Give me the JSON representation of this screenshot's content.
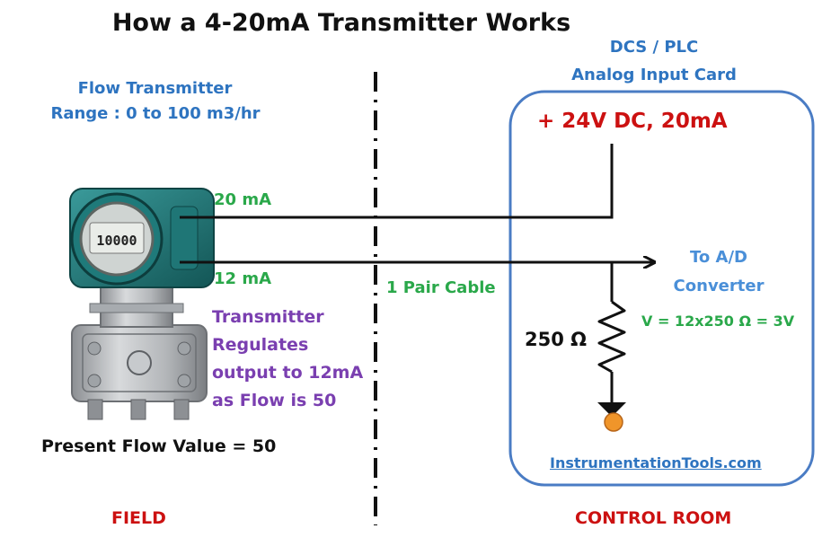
{
  "title": "How a 4-20mA Transmitter Works",
  "field": {
    "transmitter_name": "Flow Transmitter",
    "transmitter_range": "Range : 0 to 100 m3/hr",
    "display_reading": "10000",
    "signal_high_label": "20 mA",
    "signal_low_label": "12 mA",
    "cable_label": "1 Pair Cable",
    "regulation_note": [
      "Transmitter",
      "Regulates",
      "output to 12mA",
      "as Flow is 50"
    ],
    "present_value": "Present Flow Value = 50",
    "section_label": "FIELD"
  },
  "control_room": {
    "card_title": [
      "DCS / PLC",
      "Analog Input Card"
    ],
    "supply_label": "+ 24V DC, 20mA",
    "ad_label": [
      "To A/D",
      "Converter"
    ],
    "resistor_label": "250 Ω",
    "voltage_formula": "V = 12x250 Ω = 3V",
    "watermark": "InstrumentationTools.com",
    "section_label": "CONTROL ROOM"
  },
  "colors": {
    "card_border": "#4a7cc4",
    "supply_red": "#cc1111",
    "signal_green": "#2aa84a",
    "note_purple": "#7a3fb0",
    "transmitter_teal": "#1d6e6e",
    "ground_orange": "#f0952a"
  }
}
